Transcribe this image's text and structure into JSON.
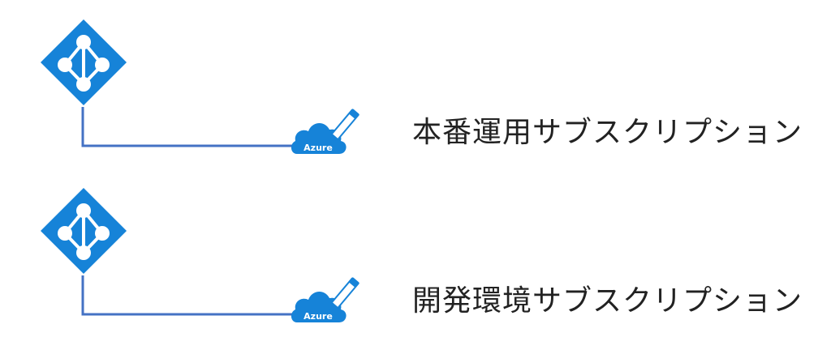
{
  "colors": {
    "azure_blue": "#1683D8",
    "connector": "#4472C4",
    "text": "#222222"
  },
  "icons": {
    "directory": "azure-active-directory-icon",
    "subscription": "azure-subscription-cloud-pencil-icon"
  },
  "subscriptions": [
    {
      "label": "本番運用サブスクリプション",
      "badge": "Azure"
    },
    {
      "label": "開発環境サブスクリプション",
      "badge": "Azure"
    }
  ]
}
